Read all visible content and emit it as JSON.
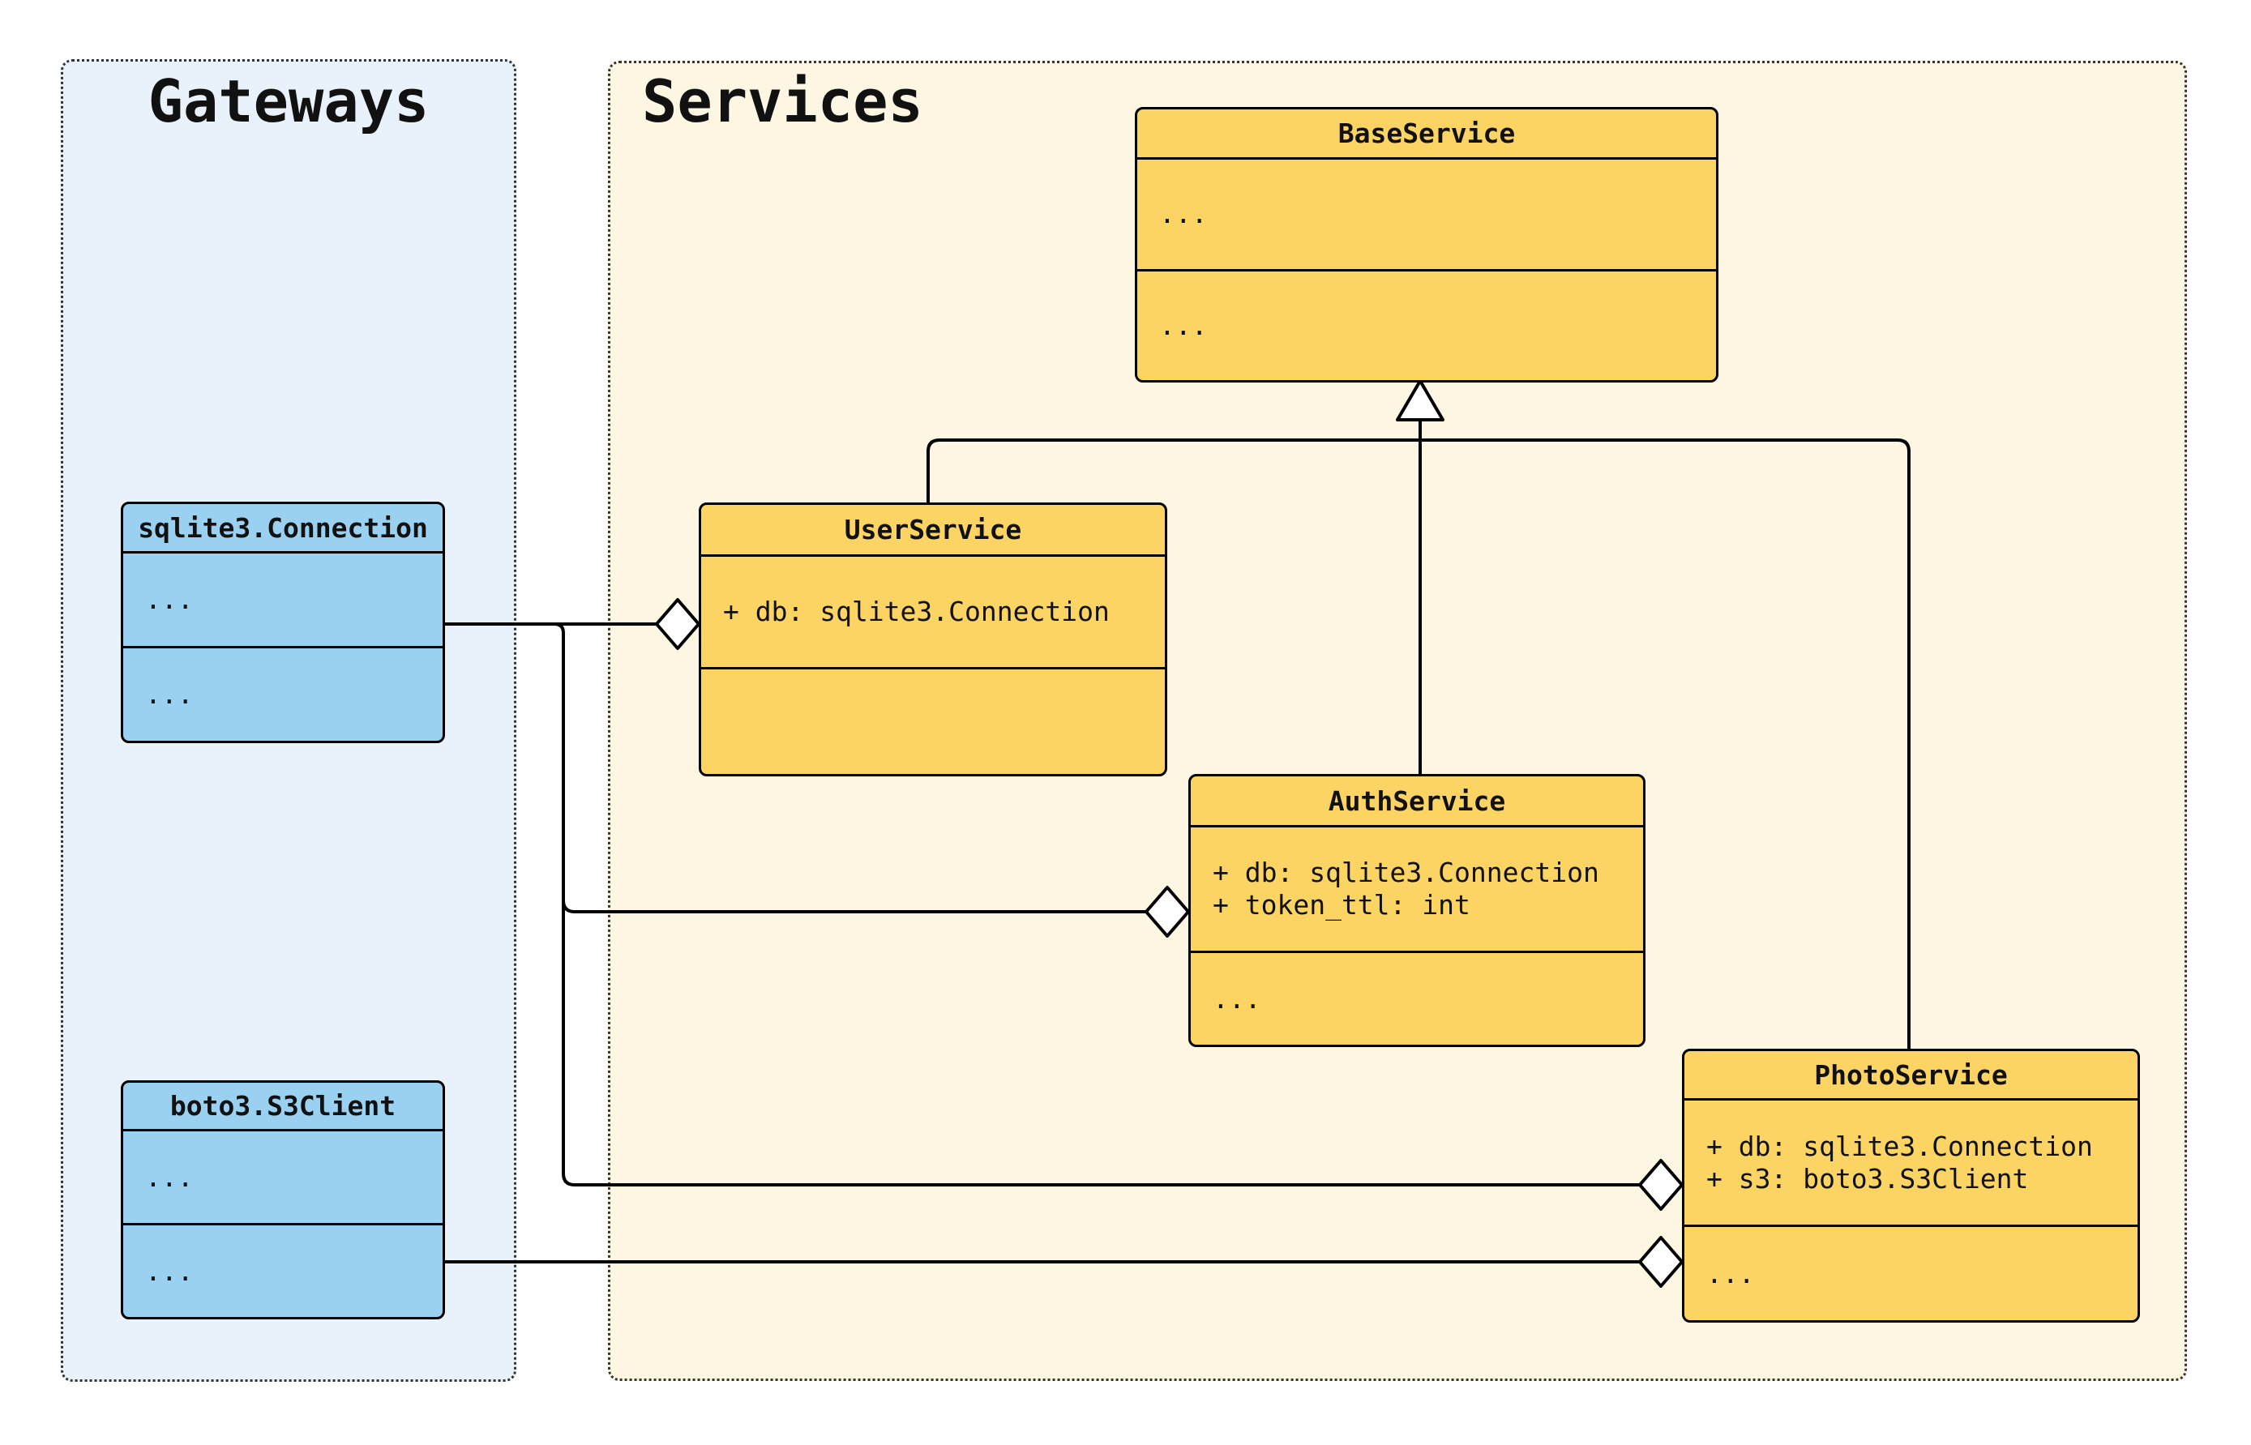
{
  "panels": {
    "gateways": {
      "title": "Gateways"
    },
    "services": {
      "title": "Services"
    }
  },
  "classes": {
    "base_service": {
      "title": "BaseService",
      "attributes": [
        "..."
      ],
      "methods": [
        "..."
      ]
    },
    "user_service": {
      "title": "UserService",
      "attributes": [
        "+ db: sqlite3.Connection"
      ],
      "methods": []
    },
    "auth_service": {
      "title": "AuthService",
      "attributes": [
        "+ db: sqlite3.Connection",
        "+ token_ttl: int"
      ],
      "methods": [
        "..."
      ]
    },
    "photo_service": {
      "title": "PhotoService",
      "attributes": [
        "+ db: sqlite3.Connection",
        "+ s3: boto3.S3Client"
      ],
      "methods": [
        "..."
      ]
    },
    "sqlite_connection": {
      "title": "sqlite3.Connection",
      "attributes": [
        "..."
      ],
      "methods": [
        "..."
      ]
    },
    "boto3_s3client": {
      "title": "boto3.S3Client",
      "attributes": [
        "..."
      ],
      "methods": [
        "..."
      ]
    }
  },
  "relationships": [
    {
      "from": "UserService",
      "to": "BaseService",
      "type": "inheritance"
    },
    {
      "from": "AuthService",
      "to": "BaseService",
      "type": "inheritance"
    },
    {
      "from": "PhotoService",
      "to": "BaseService",
      "type": "inheritance"
    },
    {
      "from": "sqlite3.Connection",
      "to": "UserService",
      "type": "aggregation"
    },
    {
      "from": "sqlite3.Connection",
      "to": "AuthService",
      "type": "aggregation"
    },
    {
      "from": "sqlite3.Connection",
      "to": "PhotoService",
      "type": "aggregation"
    },
    {
      "from": "boto3.S3Client",
      "to": "PhotoService",
      "type": "aggregation"
    }
  ],
  "colors": {
    "page-bg": "#ffffff",
    "line-color": "#000000",
    "marker-fill": "#ffffff",
    "service-fill": "#fcd463",
    "gateway-fill": "#9ad1f0",
    "services-panel-bg": "#fdf6e3",
    "gateways-panel-bg": "#e9f1fb",
    "panel-border": "#333333"
  }
}
